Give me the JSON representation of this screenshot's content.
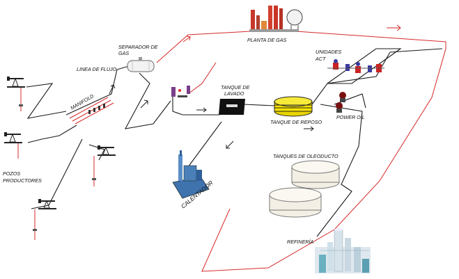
{
  "diagram": {
    "labels": {
      "linea_de_flujo": "LINEA DE FLUJO",
      "separador_line1": "SEPARADOR DE",
      "separador_line2": "GAS",
      "manifold": "MANIFOLD",
      "planta_de_gas": "PLANTA DE GAS",
      "unidades_line1": "UNIDADES",
      "unidades_line2": "ACT",
      "tanque_lavado_line1": "TANQUE DE",
      "tanque_lavado_line2": "LAVADO",
      "tanque_reposo": "TANQUE DE REPOSO",
      "power_oil": "POWER OIL",
      "pozos_line1": "POZOS",
      "pozos_line2": "PRODUCTORES",
      "calentador": "CALENTADOR",
      "tanques_oleoducto": "TANQUES DE OLEODUCTO",
      "refineria": "REFINERÍA"
    },
    "colors": {
      "oil_line": "#1a1a1a",
      "gas_line": "#d62828",
      "tank_yellow": "#f5e100",
      "heater_blue": "#4a7fb8"
    }
  }
}
